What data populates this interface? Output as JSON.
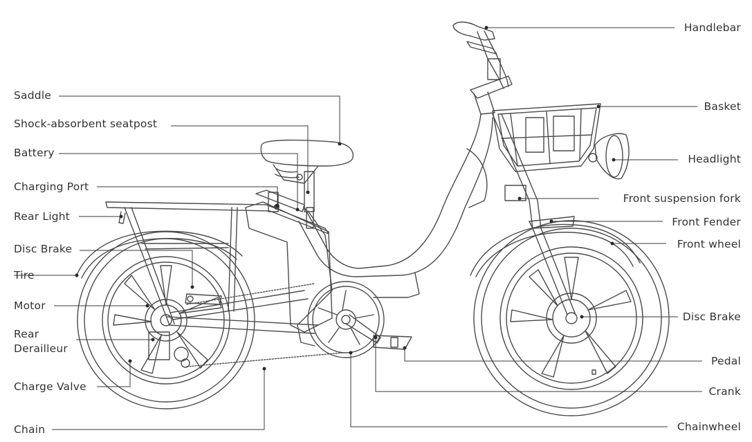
{
  "labels": {
    "handlebar": "Handlebar",
    "saddle": "Saddle",
    "seatpost": "Shock-absorbent seatpost",
    "basket": "Basket",
    "battery": "Battery",
    "headlight": "Headlight",
    "charging_port": "Charging Port",
    "front_fork": "Front suspension fork",
    "rear_light": "Rear Light",
    "front_fender": "Front Fender",
    "front_wheel": "Front wheel",
    "disc_brake_rear": "Disc Brake",
    "tire": "Tire",
    "motor": "Motor",
    "disc_brake_front": "Disc Brake",
    "rear_derailleur_1": "Rear",
    "rear_derailleur_2": "Derailleur",
    "pedal": "Pedal",
    "charge_valve": "Charge Valve",
    "crank": "Crank",
    "chain": "Chain",
    "chainwheel": "Chainwheel"
  }
}
